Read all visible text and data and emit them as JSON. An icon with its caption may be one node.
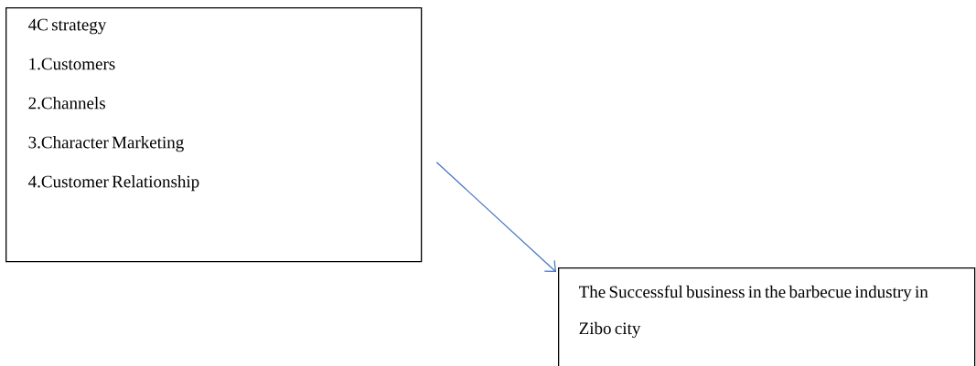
{
  "diagram": {
    "nodes": [
      {
        "text": [
          "4C strategy",
          "1.Customers",
          "2.Channels",
          "3.Character Marketing",
          "4.Customer Relationship"
        ]
      },
      {
        "text": [
          "The Successful business in the barbecue industry in Zibo city"
        ]
      }
    ],
    "edges": [
      {
        "from": 0,
        "to": 1,
        "arrow": "to"
      }
    ]
  }
}
